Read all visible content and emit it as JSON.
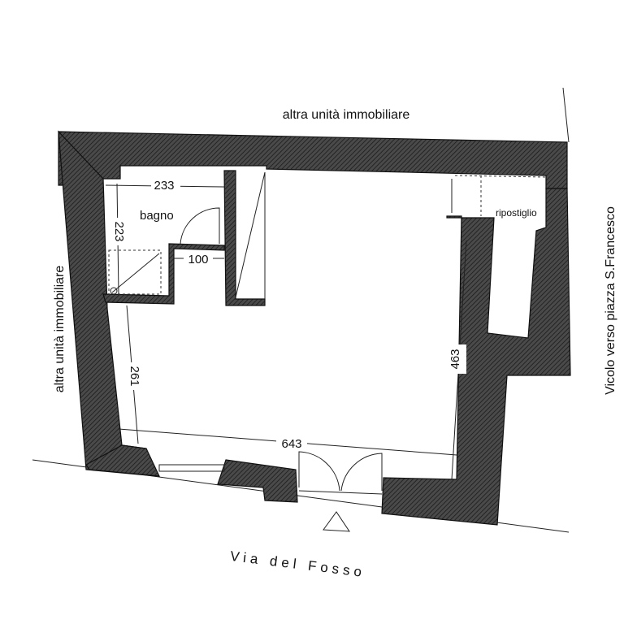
{
  "labels": {
    "top": "altra unità immobiliare",
    "left": "altra unità immobiliare",
    "right": "Vicolo verso piazza S.Francesco",
    "bottom": "Via del Fosso",
    "bagno": "bagno",
    "ripostiglio": "ripostiglio"
  },
  "dimensions": {
    "bagno_width": "233",
    "bagno_depth": "223",
    "passage_width": "100",
    "left_height": "261",
    "right_height": "463",
    "total_width": "643"
  }
}
